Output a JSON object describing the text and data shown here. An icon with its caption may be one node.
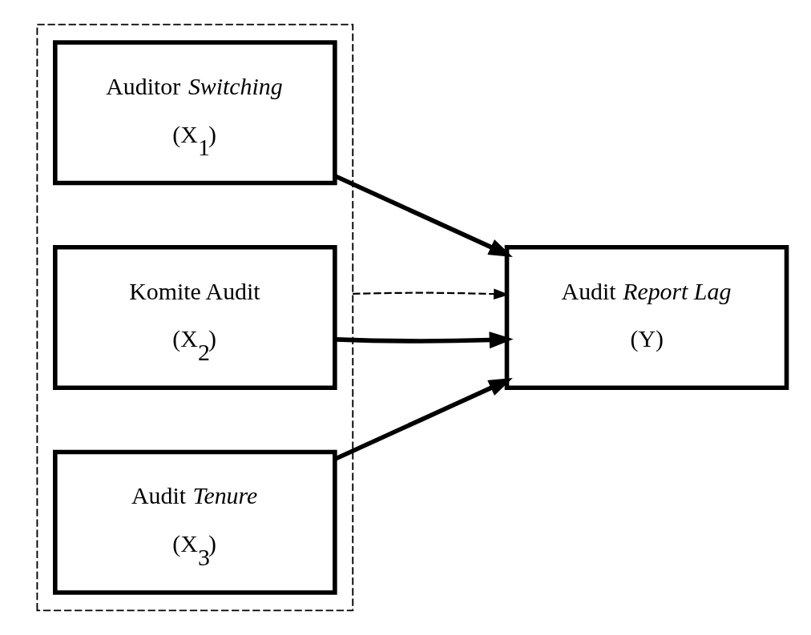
{
  "diagram": {
    "nodes": [
      {
        "text": [],
        "shape": "box"
      },
      {
        "text": [
          "Auditor *Switching*",
          "(X$_{1}$)"
        ],
        "in": 0
      },
      {
        "text": [
          "Komite Audit",
          "(X$_{2}$)"
        ],
        "in": 0
      },
      {
        "text": [
          "Audit *Tenure*",
          "(X$_{3}$)"
        ],
        "in": 0
      },
      {
        "text": [
          "Audit *Report Lag*",
          "(Y)"
        ]
      }
    ],
    "edges": [
      {
        "from": 1,
        "to": 4,
        "arrow": "to"
      },
      {
        "from": 2,
        "to": 4,
        "arrow": "to"
      },
      {
        "from": 3,
        "to": 4,
        "arrow": "to"
      },
      {
        "from": 0,
        "to": 4,
        "arrow": "to",
        "style": "dashed"
      }
    ]
  }
}
